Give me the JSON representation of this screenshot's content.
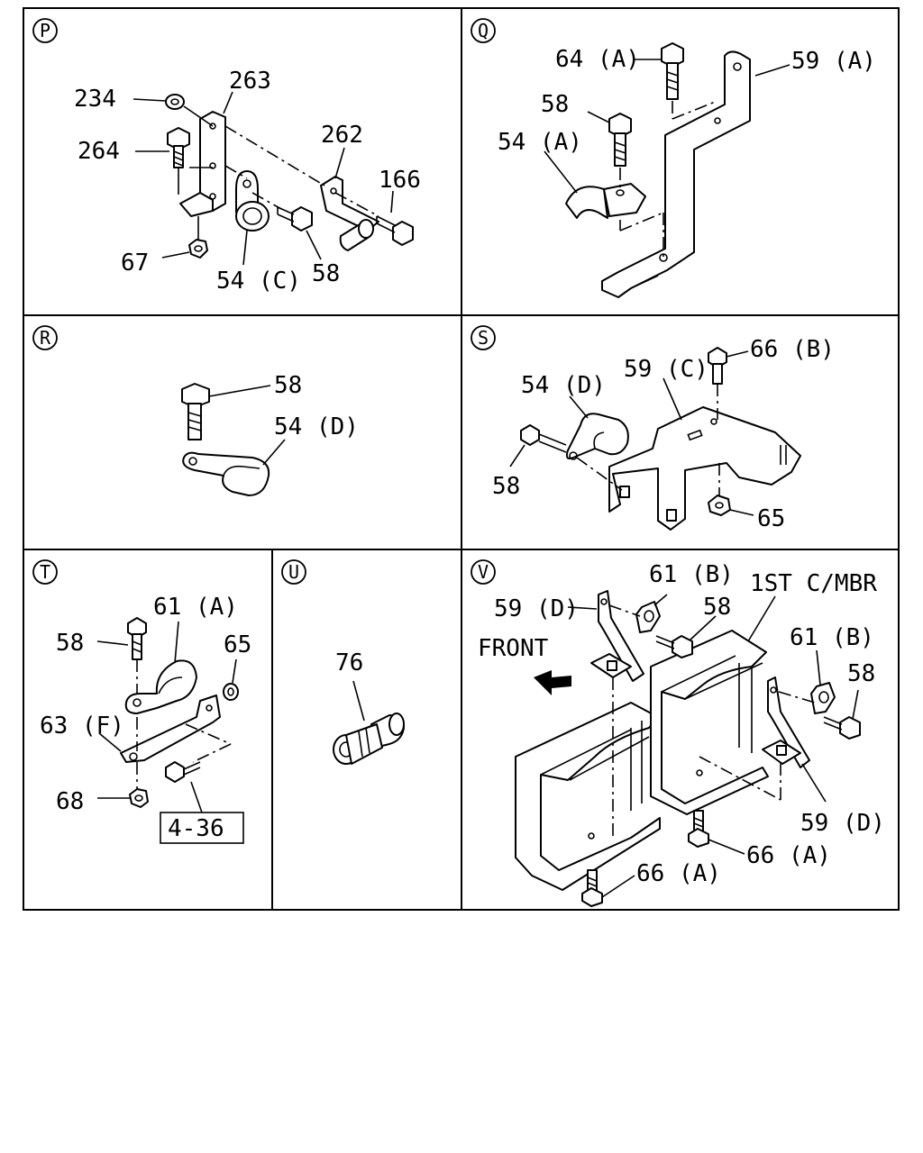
{
  "sections": {
    "P": {
      "marker": "P",
      "callouts": {
        "c234": "234",
        "c263": "263",
        "c264": "264",
        "c262": "262",
        "c166": "166",
        "c67": "67",
        "c54C": "54 (C)",
        "c58": "58"
      }
    },
    "Q": {
      "marker": "Q",
      "callouts": {
        "c64A": "64 (A)",
        "c59A": "59 (A)",
        "c58": "58",
        "c54A": "54 (A)"
      }
    },
    "R": {
      "marker": "R",
      "callouts": {
        "c58": "58",
        "c54D": "54 (D)"
      }
    },
    "S": {
      "marker": "S",
      "callouts": {
        "c66B": "66 (B)",
        "c59C": "59 (C)",
        "c54D": "54 (D)",
        "c58": "58",
        "c65": "65"
      }
    },
    "T": {
      "marker": "T",
      "callouts": {
        "c61A": "61 (A)",
        "c58": "58",
        "c65": "65",
        "c63F": "63 (F)",
        "c68": "68",
        "ref": "4-36"
      }
    },
    "U": {
      "marker": "U",
      "callouts": {
        "c76": "76"
      }
    },
    "V": {
      "marker": "V",
      "callouts": {
        "c61B_1": "61 (B)",
        "c1st": "1ST C/MBR",
        "c59D_1": "59 (D)",
        "c58_1": "58",
        "front": "FRONT",
        "c61B_2": "61 (B)",
        "c58_2": "58",
        "c59D_2": "59 (D)",
        "c66A_1": "66 (A)",
        "c66A_2": "66 (A)"
      }
    }
  }
}
